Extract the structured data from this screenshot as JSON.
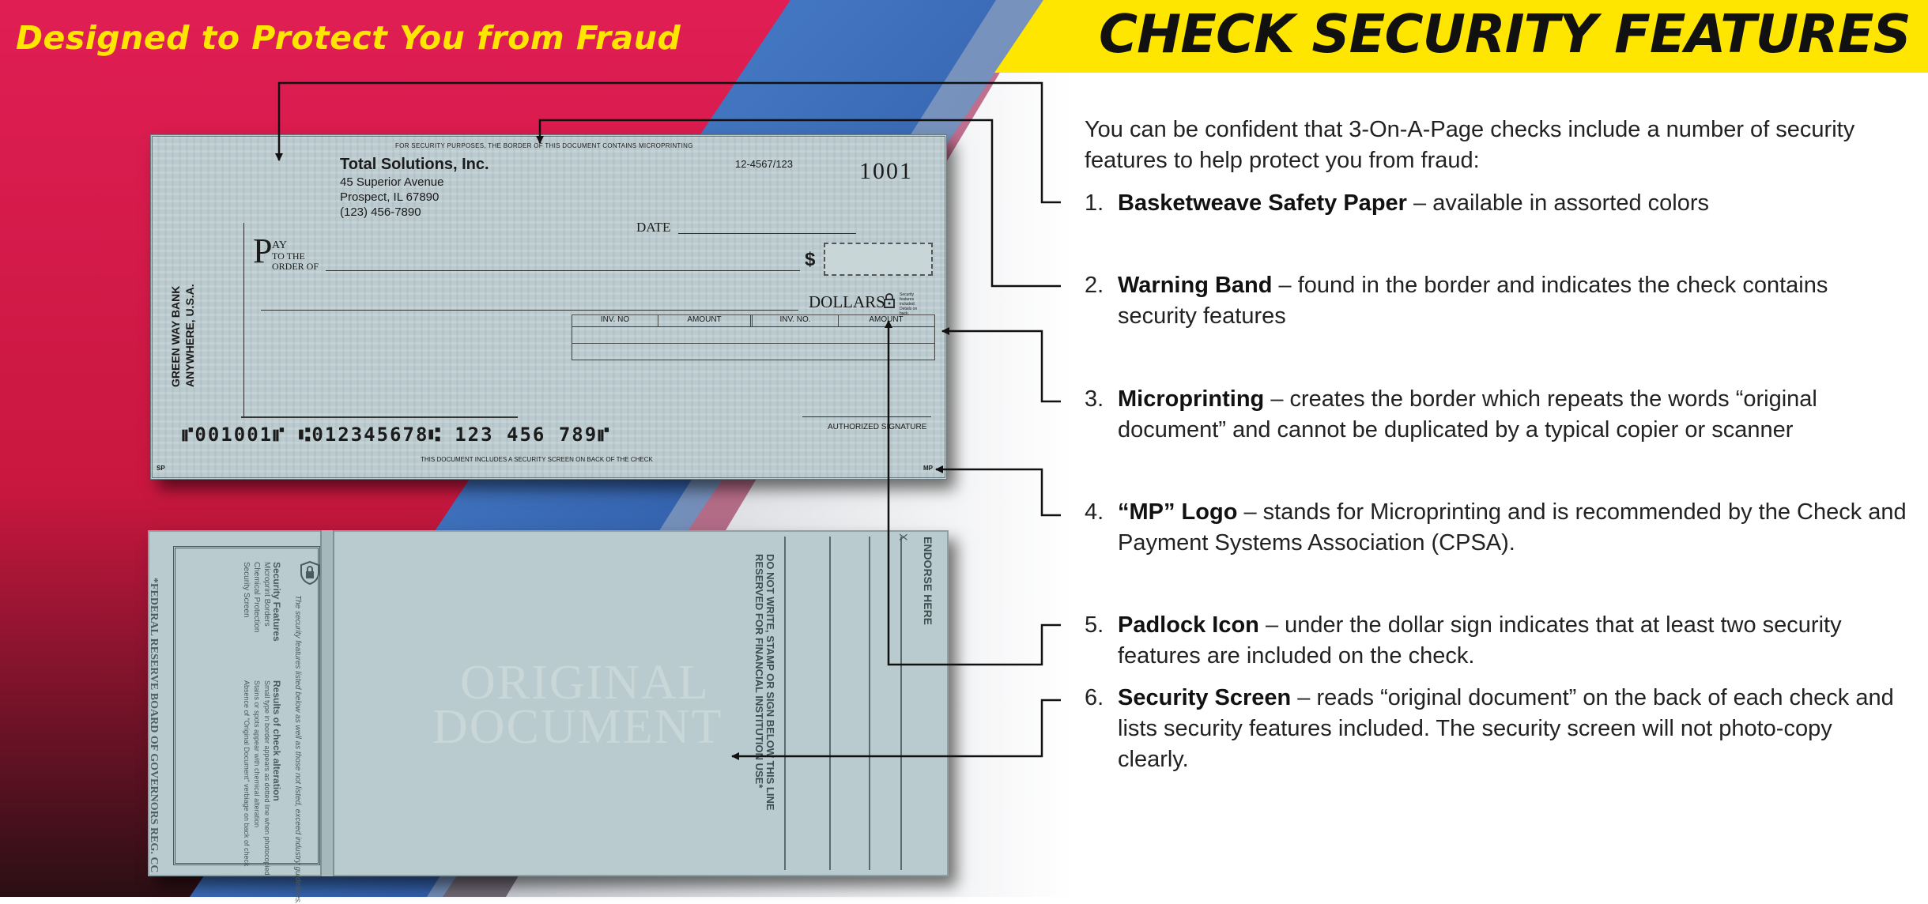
{
  "header": {
    "tagline": "Designed to Protect You from Fraud",
    "title": "CHECK SECURITY FEATURES"
  },
  "colors": {
    "red": "#d81f4e",
    "blue": "#4a86d6",
    "yellow": "#ffe600",
    "check_paper": "#bccbcf"
  },
  "intro": "You can be confident that 3-On-A-Page checks include a number of security features to help protect you from fraud:",
  "features": [
    {
      "number": "1.",
      "name": "Basketweave Safety Paper",
      "desc": " – available in assorted colors"
    },
    {
      "number": "2.",
      "name": "Warning Band",
      "desc": " – found in the border and indicates the check contains security features"
    },
    {
      "number": "3.",
      "name": "Microprinting",
      "desc": " – creates the border which repeats the words “original document” and cannot be duplicated by a typical copier or scanner"
    },
    {
      "number": "4.",
      "name": "“MP” Logo",
      "desc": " – stands for Microprinting and is recommended by the Check and Payment Systems Association (CPSA)."
    },
    {
      "number": "5.",
      "name": "Padlock Icon",
      "desc": " – under the dollar sign indicates that at least two security features are included on the check."
    },
    {
      "number": "6.",
      "name": "Security Screen",
      "desc": " – reads “original document” on the back of each check and lists security features included. The security screen will not photo-copy clearly."
    }
  ],
  "check_front": {
    "warning_band": "FOR SECURITY PURPOSES, THE BORDER OF THIS DOCUMENT CONTAINS MICROPRINTING",
    "company": "Total Solutions, Inc.",
    "address1": "45 Superior Avenue",
    "address2": "Prospect, IL 67890",
    "phone": "(123) 456-7890",
    "routing_fraction": "12-4567/123",
    "check_number": "1001",
    "date_label": "DATE",
    "pay_to_p": "P",
    "pay_to_rest": "AY",
    "to_the": "TO THE",
    "order_of": "ORDER OF",
    "dollar_sign": "$",
    "dollars_label": "DOLLARS",
    "padlock_note": "Security features included. Details on back.",
    "bank_line1": "GREEN WAY BANK",
    "bank_line2": "ANYWHERE, U.S.A.",
    "memo_headers": [
      "INV. NO",
      "AMOUNT",
      "INV. NO.",
      "AMOUNT"
    ],
    "micr": "⑈001001⑈ ⑆012345678⑆  123 456 789⑈",
    "signature_label": "AUTHORIZED SIGNATURE",
    "screen_note": "THIS DOCUMENT INCLUDES A SECURITY SCREEN ON BACK OF THE CHECK",
    "sp": "SP",
    "mp": "MP"
  },
  "check_back": {
    "watermark_line1": "ORIGINAL",
    "watermark_line2": "DOCUMENT",
    "endorse": "ENDORSE HERE",
    "x_mark": "X",
    "do_not_write": "DO NOT WRITE, STAMP OR SIGN BELOW THIS LINE",
    "reserved": "RESERVED FOR FINANCIAL INSTITUTION USE*",
    "federal": "*FEDERAL RESERVE BOARD OF GOVERNORS REG. CC",
    "box_intro": "The security features listed below as well as those not listed, exceed industry guidelines.",
    "features_title": "Security Features",
    "features_list": [
      "Microprint Borders",
      "Chemical Protection",
      "Security Screen"
    ],
    "results_title": "Results of check alteration",
    "results_list": [
      "Small type in border appears as dotted line when photocopied",
      "Stains or spots appear with chemical alteration",
      "Absence of \"Original Document\" verbiage on back of check"
    ]
  }
}
